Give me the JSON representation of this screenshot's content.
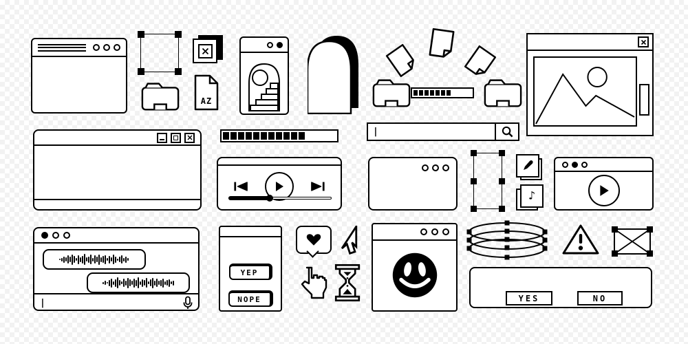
{
  "palette": {
    "ink": "#000000",
    "paper": "#ffffff",
    "checker": "#f2f2f2"
  },
  "labels": {
    "file_az": "AZ",
    "yep": "YEP",
    "nope": "NOPE",
    "yes": "YES",
    "no": "NO"
  },
  "icons": {
    "music_note": "♪"
  },
  "search": {
    "value": "",
    "cursor": "|"
  },
  "chat_input": {
    "value": "",
    "cursor": "|"
  },
  "progress_small": {
    "filled_segments": 7,
    "percent": 50
  },
  "progress_large": {
    "filled_segments": 11,
    "percent": 65
  },
  "media_player": {
    "slider_percent": 40
  },
  "waveforms": {
    "a": [
      2,
      5,
      9,
      6,
      12,
      8,
      15,
      10,
      4,
      13,
      7,
      11,
      16,
      6,
      9,
      14,
      5,
      12,
      8,
      15,
      7,
      10,
      13,
      4,
      11,
      6,
      14,
      9,
      3,
      8,
      12,
      5,
      9,
      4
    ],
    "b": [
      3,
      6,
      2,
      9,
      13,
      5,
      11,
      16,
      8,
      4,
      12,
      7,
      15,
      10,
      6,
      13,
      9,
      16,
      5,
      11,
      8,
      14,
      4,
      10,
      15,
      7,
      12,
      6,
      9,
      13,
      5,
      8,
      11,
      4,
      7
    ]
  }
}
